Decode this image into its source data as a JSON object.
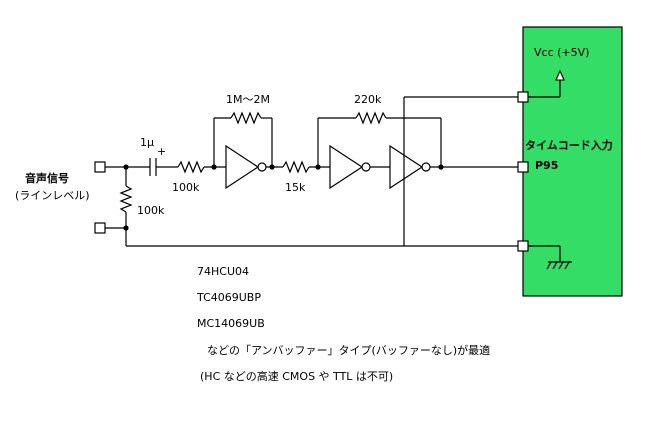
{
  "labels": {
    "input_signal": "音声信号",
    "input_level": "(ラインレベル)",
    "cap_value": "1μ",
    "cap_polarity": "+",
    "r_series_in": "100k",
    "r_shunt_in": "100k",
    "r_feedback1": "1M〜2M",
    "r_series_mid": "15k",
    "r_feedback2": "220k",
    "vcc": "Vcc (+5V)",
    "timecode_input": "タイムコード入力",
    "pin": "P95"
  },
  "notes": [
    "74HCU04",
    "TC4069UBP",
    "MC14069UB",
    "などの「アンバッファー」タイプ(バッファーなし)が最適",
    "(HC などの高速 CMOS や TTL は不可)"
  ],
  "colors": {
    "board_fill": "#33dd66",
    "board_stroke": "#000000",
    "wire": "#000000"
  }
}
